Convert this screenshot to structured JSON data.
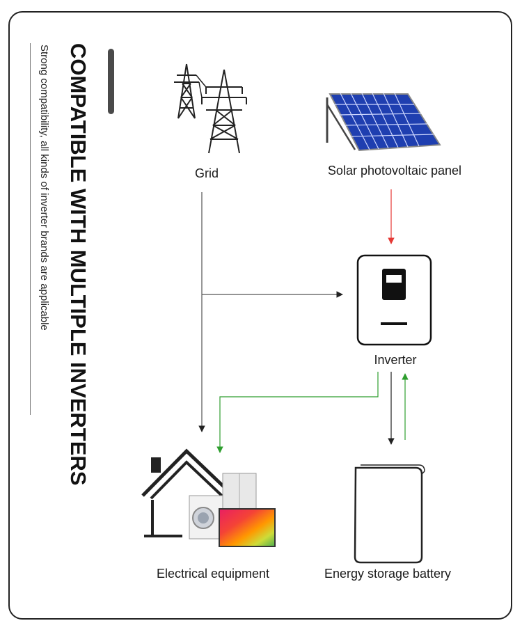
{
  "title": "COMPATIBLE WITH MULTIPLE INVERTERS",
  "subtitle": "Strong compatibility, all kinds of inverter brands are applicable",
  "nodes": {
    "grid": "Grid",
    "solar": "Solar photovoltaic panel",
    "inverter": "Inverter",
    "equipment": "Electrical equipment",
    "battery": "Energy storage battery"
  },
  "colors": {
    "solar_flow": "#e53935",
    "battery_flow": "#2e9e2e",
    "grid_flow": "#555555",
    "panel": "#1f3fb0"
  },
  "icons": [
    "power-tower-icon",
    "solar-panel-icon",
    "inverter-icon",
    "house-appliances-icon",
    "battery-icon"
  ]
}
